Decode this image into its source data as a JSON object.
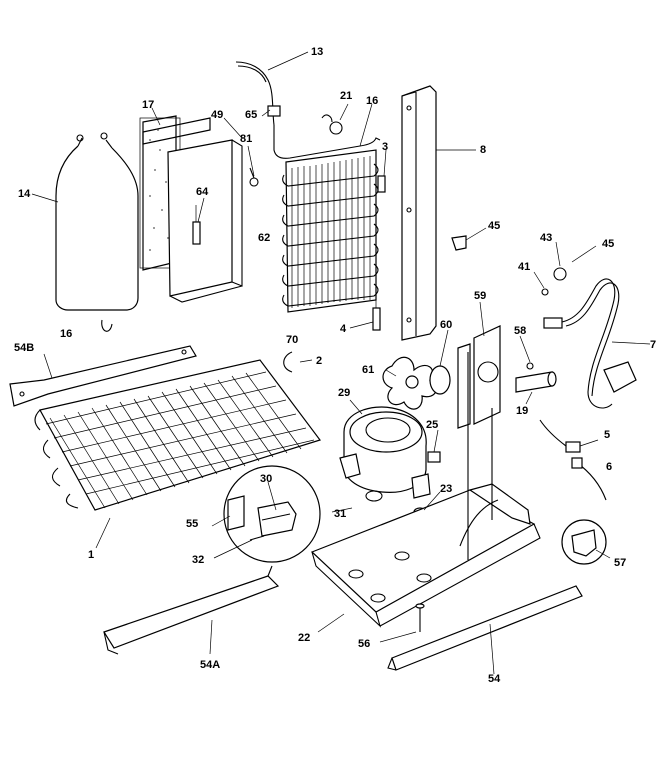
{
  "diagram": {
    "callouts": {
      "c13": "13",
      "c17": "17",
      "c49": "49",
      "c65": "65",
      "c81": "81",
      "c21": "21",
      "c16a": "16",
      "c3": "3",
      "c8": "8",
      "c14": "14",
      "c64": "64",
      "c62": "62",
      "c45a": "45",
      "c43": "43",
      "c45b": "45",
      "c41": "41",
      "c16b": "16",
      "c54B": "54B",
      "c70": "70",
      "c2": "2",
      "c4": "4",
      "c60": "60",
      "c59": "59",
      "c58": "58",
      "c7": "7",
      "c61": "61",
      "c29": "29",
      "c19": "19",
      "c25": "25",
      "c5": "5",
      "c6": "6",
      "c30": "30",
      "c23": "23",
      "c55": "55",
      "c31": "31",
      "c32": "32",
      "c1": "1",
      "c57": "57",
      "c22": "22",
      "c56": "56",
      "c54A": "54A",
      "c54": "54"
    }
  }
}
